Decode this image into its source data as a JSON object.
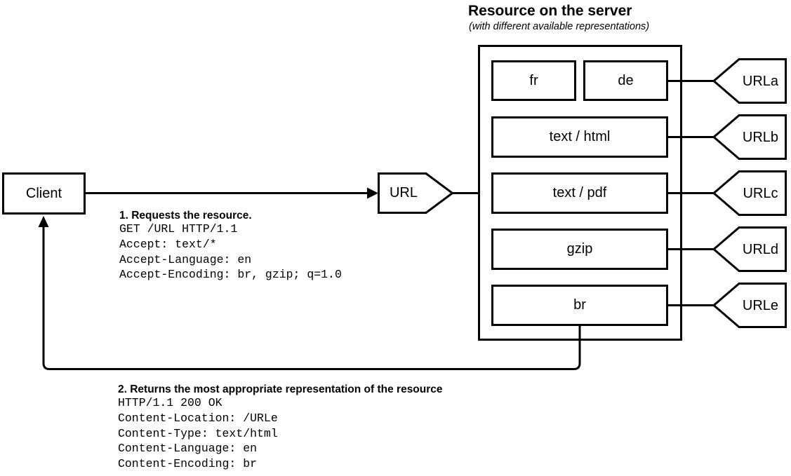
{
  "colors": {
    "line": "#000000",
    "background": "#ffffff",
    "text": "#000000"
  },
  "server": {
    "title": "Resource on the server",
    "subtitle": "(with different available representations)",
    "representations": [
      {
        "label": "fr"
      },
      {
        "label": "de"
      },
      {
        "label": "text / html"
      },
      {
        "label": "text / pdf"
      },
      {
        "label": "gzip"
      },
      {
        "label": "br"
      }
    ]
  },
  "client": {
    "label": "Client"
  },
  "url_node": {
    "label": "URL"
  },
  "url_tags": [
    {
      "label": "URLa"
    },
    {
      "label": "URLb"
    },
    {
      "label": "URLc"
    },
    {
      "label": "URLd"
    },
    {
      "label": "URLe"
    }
  ],
  "request": {
    "heading": "1. Requests the resource.",
    "headers": [
      "GET /URL HTTP/1.1",
      "Accept: text/*",
      "Accept-Language: en",
      "Accept-Encoding: br, gzip; q=1.0"
    ]
  },
  "response": {
    "heading": "2. Returns the most appropriate representation of the resource",
    "headers": [
      "HTTP/1.1 200 OK",
      "Content-Location: /URLe",
      "Content-Type: text/html",
      "Content-Language: en",
      "Content-Encoding: br"
    ]
  }
}
